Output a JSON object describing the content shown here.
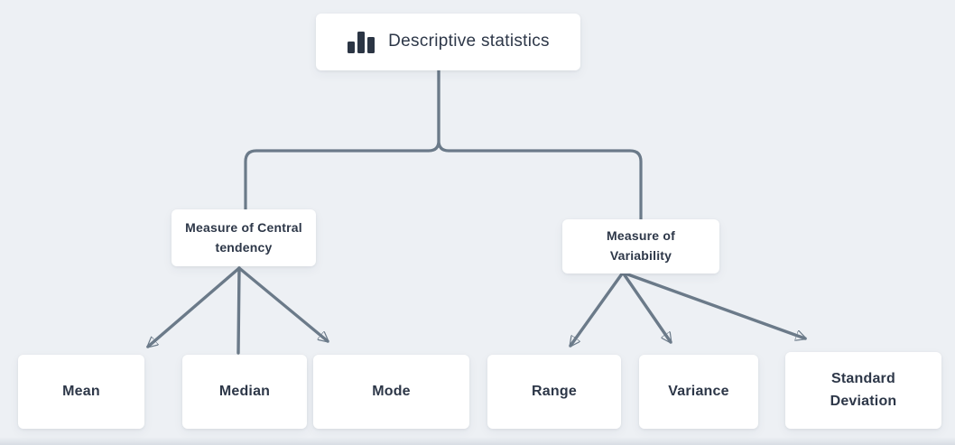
{
  "diagram": {
    "title": "Descriptive statistics",
    "nodes": {
      "root": {
        "label": "Descriptive statistics",
        "icon": "bar-chart-icon"
      },
      "central_tendency": {
        "label": "Measure of Central\ntendency"
      },
      "variability": {
        "label": "Measure of\nVariability"
      },
      "mean": {
        "label": "Mean"
      },
      "median": {
        "label": "Median"
      },
      "mode": {
        "label": "Mode"
      },
      "range": {
        "label": "Range"
      },
      "variance": {
        "label": "Variance"
      },
      "std_deviation": {
        "label": "Standard\nDeviation"
      }
    },
    "edges": [
      {
        "from": "root",
        "to": "central_tendency",
        "style": "elbow"
      },
      {
        "from": "root",
        "to": "variability",
        "style": "elbow"
      },
      {
        "from": "central_tendency",
        "to": "mean",
        "style": "arrow"
      },
      {
        "from": "central_tendency",
        "to": "median",
        "style": "line"
      },
      {
        "from": "central_tendency",
        "to": "mode",
        "style": "arrow"
      },
      {
        "from": "variability",
        "to": "range",
        "style": "arrow"
      },
      {
        "from": "variability",
        "to": "variance",
        "style": "arrow"
      },
      {
        "from": "variability",
        "to": "std_deviation",
        "style": "arrow"
      }
    ],
    "colors": {
      "background": "#edf0f4",
      "node_background": "#ffffff",
      "text": "#2d3748",
      "connector": "#6b7a89",
      "icon": "#2b3544"
    }
  }
}
